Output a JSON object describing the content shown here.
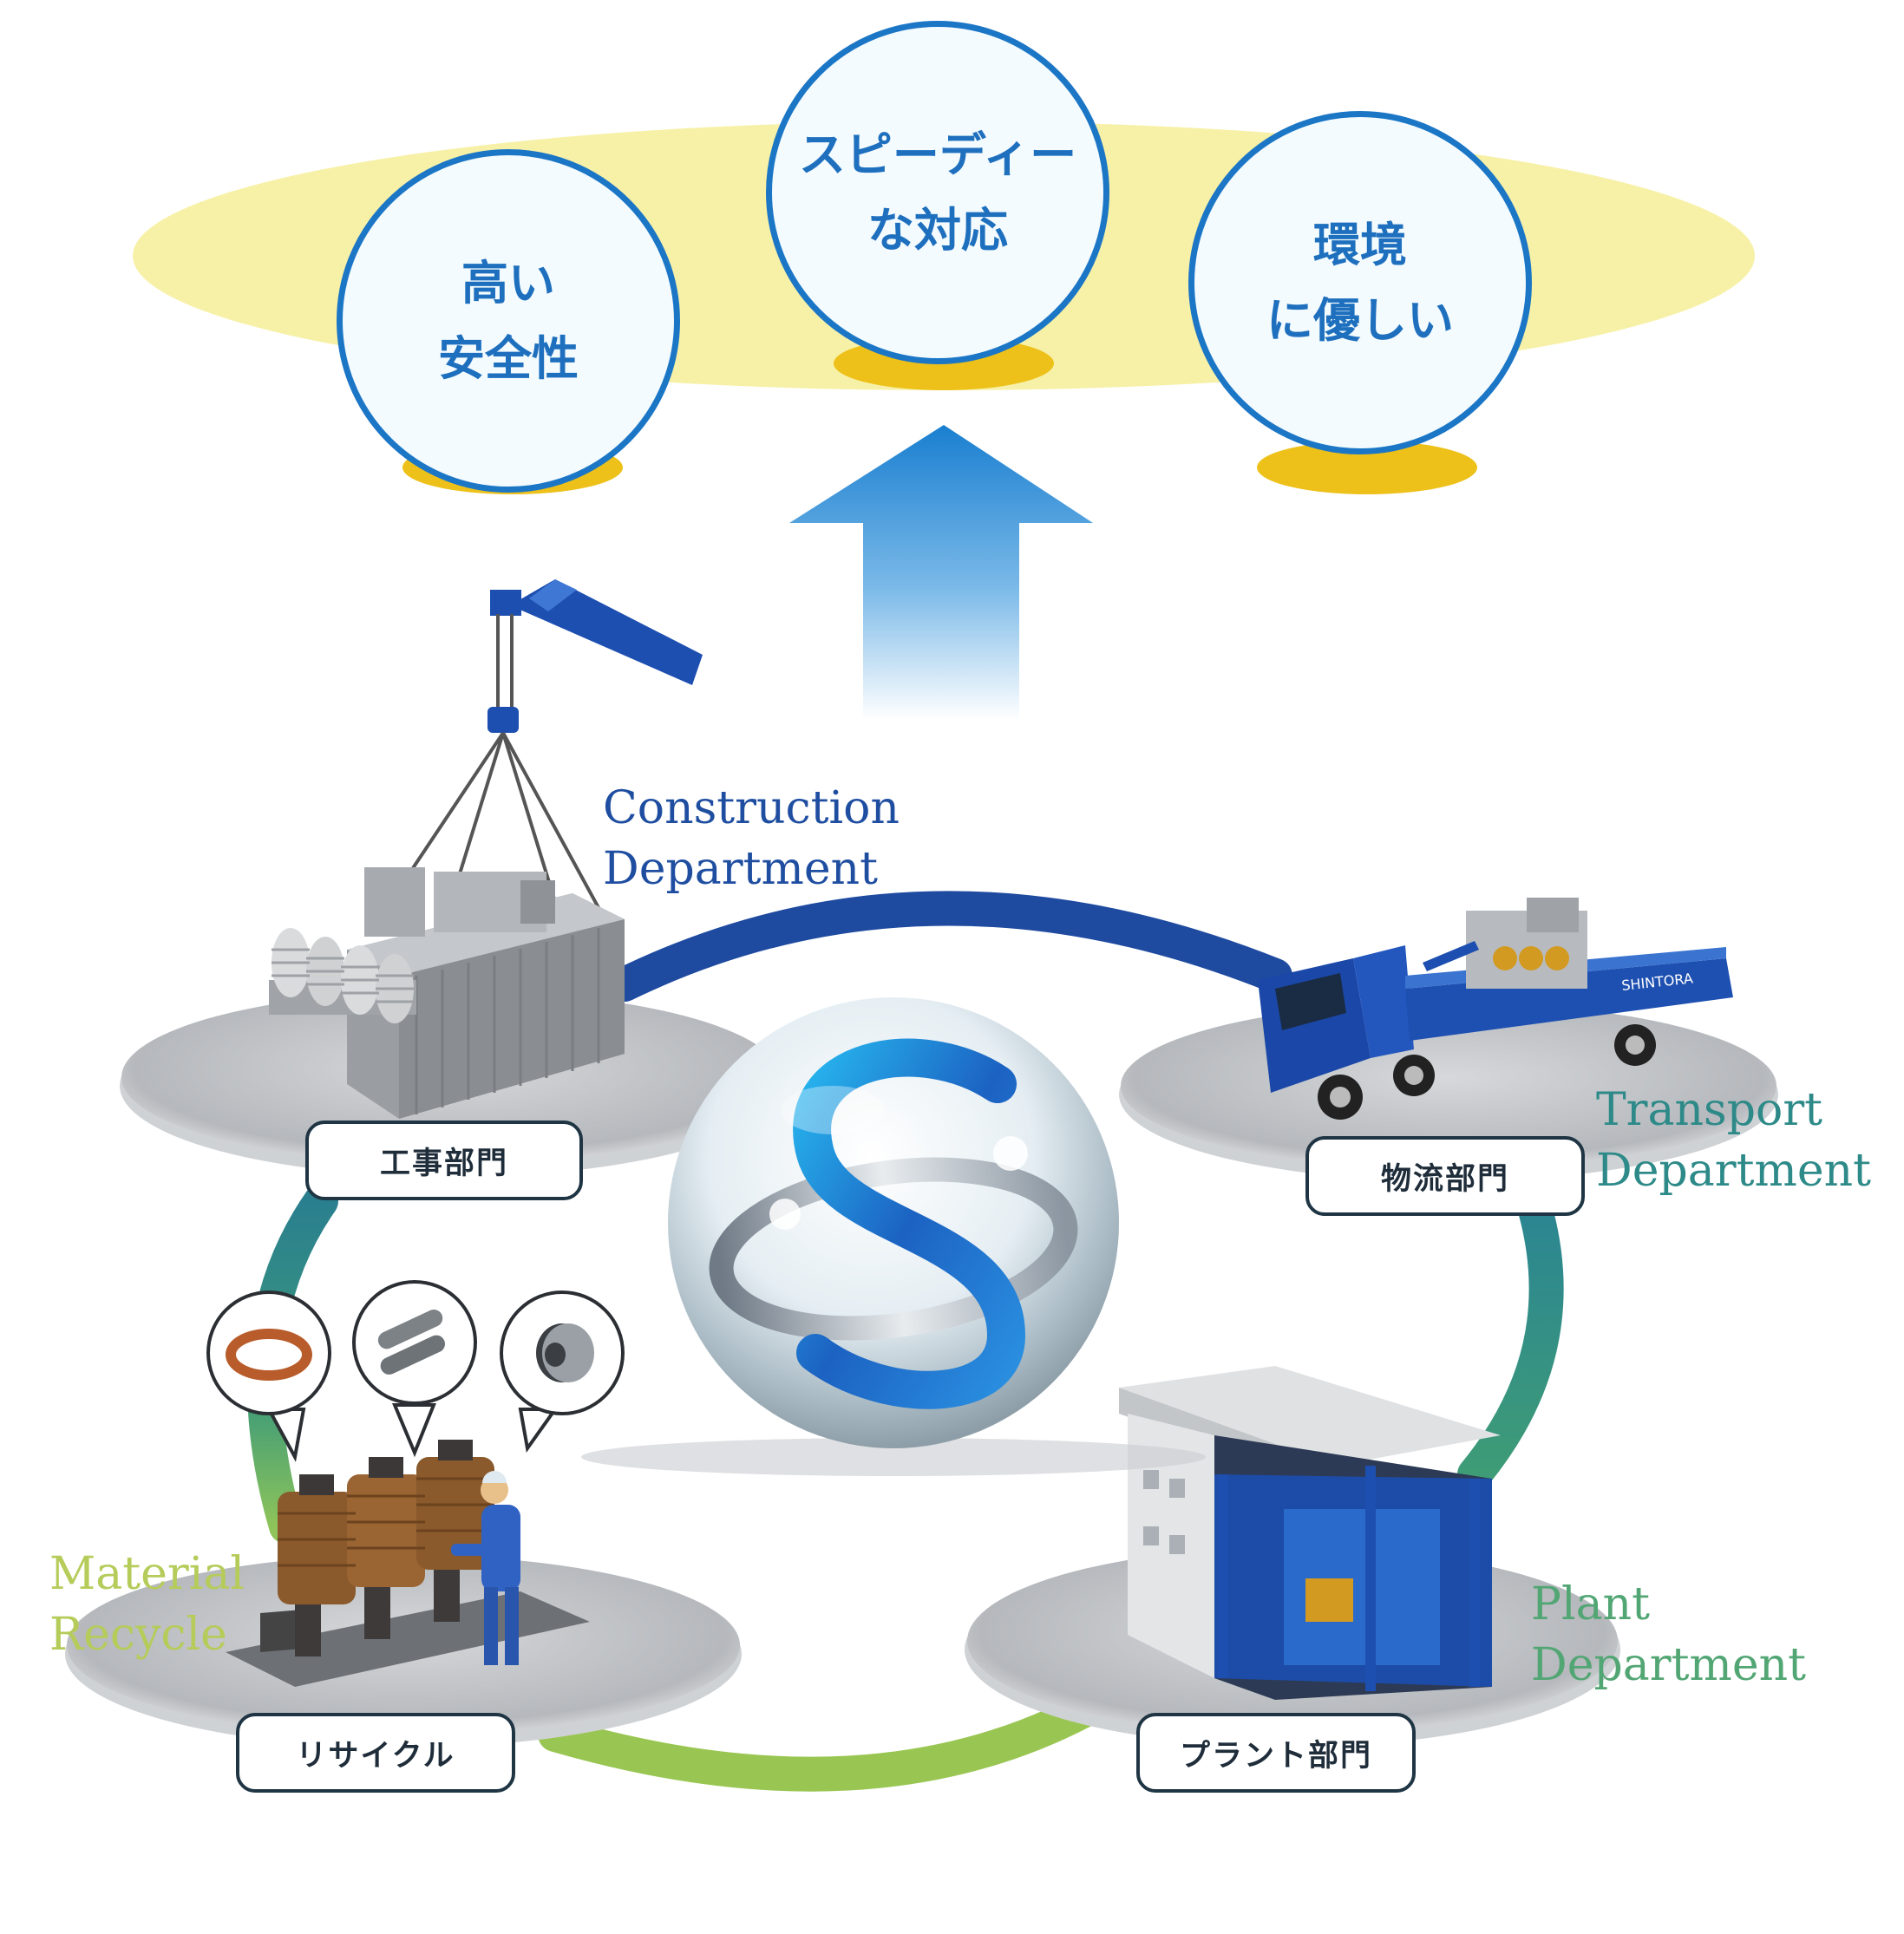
{
  "values": [
    {
      "line1": "高い",
      "line2": "安全性"
    },
    {
      "line1": "スピーディー",
      "line2": "な対応"
    },
    {
      "line1": "環境",
      "line2": "に優しい"
    }
  ],
  "departments": [
    {
      "label_jp": "工事部門",
      "en_line1": "Construction",
      "en_line2": "Department"
    },
    {
      "label_jp": "物流部門",
      "en_line1": "Transport",
      "en_line2": "Department"
    },
    {
      "label_jp": "プラント部門",
      "en_line1": "Plant",
      "en_line2": "Department"
    },
    {
      "label_jp": "リサイクル",
      "en_line1": "Material",
      "en_line2": "Recycle"
    }
  ],
  "truck_brand": "SHINTORA",
  "colors": {
    "bubble_border": "#1c76c6",
    "bubble_text": "#1e6fbe",
    "ellipse_fill": "#f7f1a8",
    "pedestal": "#edc11a",
    "construction_text": "#1f4ea1",
    "transport_text": "#2d8a88",
    "plant_text": "#52a674",
    "recycle_text": "#b5cc5a",
    "ring_blue": "#1e4aa0",
    "ring_teal": "#2b8f8a",
    "ring_green": "#99c652"
  }
}
